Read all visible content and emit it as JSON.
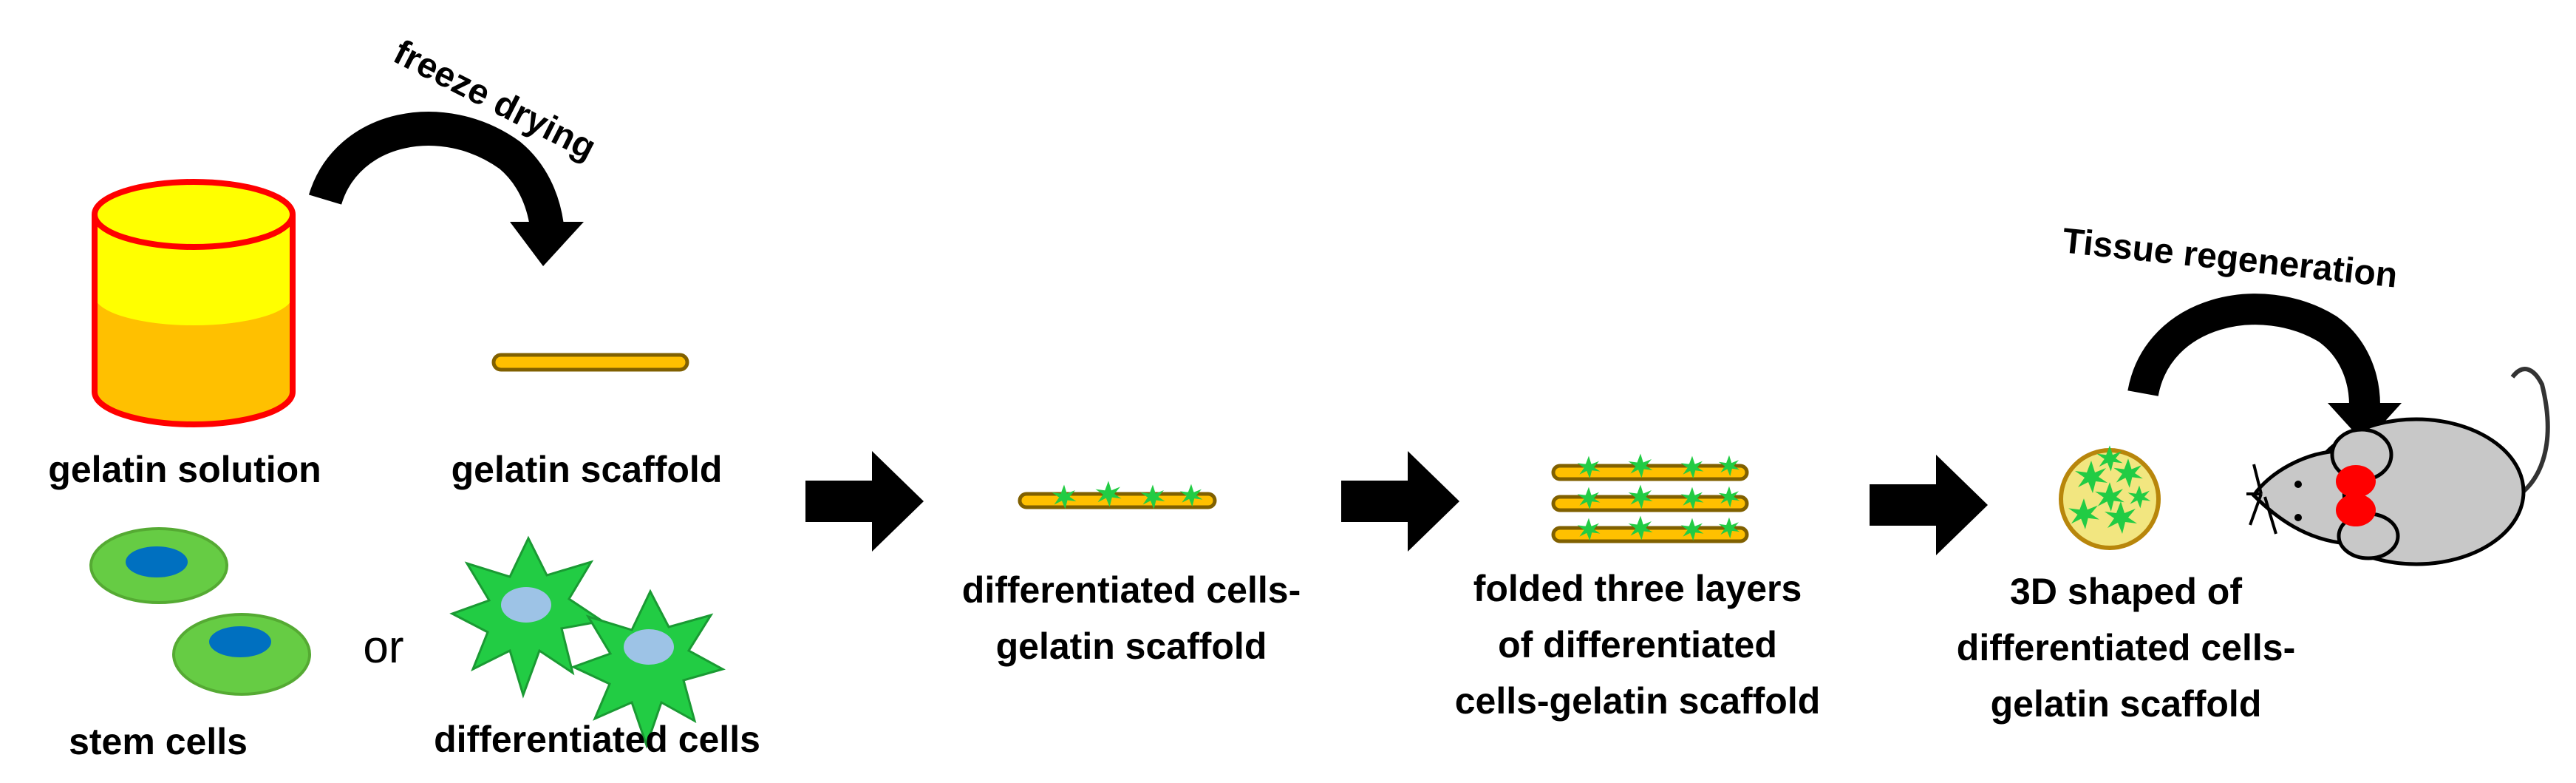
{
  "labels": {
    "freeze_drying": "freeze drying",
    "gelatin_solution": "gelatin solution",
    "gelatin_scaffold": "gelatin scaffold",
    "stem_cells": "stem cells",
    "or": "or",
    "differentiated_cells": "differentiated cells",
    "cells_scaffold": [
      "differentiated cells-",
      "gelatin scaffold"
    ],
    "folded_layers": [
      "folded three layers",
      "of differentiated",
      "cells-gelatin scaffold"
    ],
    "shaped_3d": [
      "3D shaped of",
      "differentiated cells-",
      "gelatin scaffold"
    ],
    "tissue_regeneration": "Tissue regeneration"
  },
  "colors": {
    "solution_fill": "#FFC000",
    "solution_top": "#FFFF00",
    "solution_outline": "#FF0000",
    "scaffold_fill": "#FFC000",
    "scaffold_outline": "#806000",
    "stem_cell_body": "#66CC44",
    "stem_cell_nucleus": "#0070C0",
    "diff_cell_body": "#22CC44",
    "diff_cell_nucleus": "#9DC3E6",
    "ball_fill": "#F2E680",
    "mouse_body": "#C8C8C8",
    "mouse_eye": "#FF0000",
    "arrow": "#000000"
  },
  "icons": [
    "gelatin-solution-cylinder",
    "gelatin-scaffold-strip",
    "stem-cell-icon",
    "differentiated-cell-icon",
    "process-arrow-icon",
    "curved-arrow-icon",
    "mouse-icon"
  ]
}
